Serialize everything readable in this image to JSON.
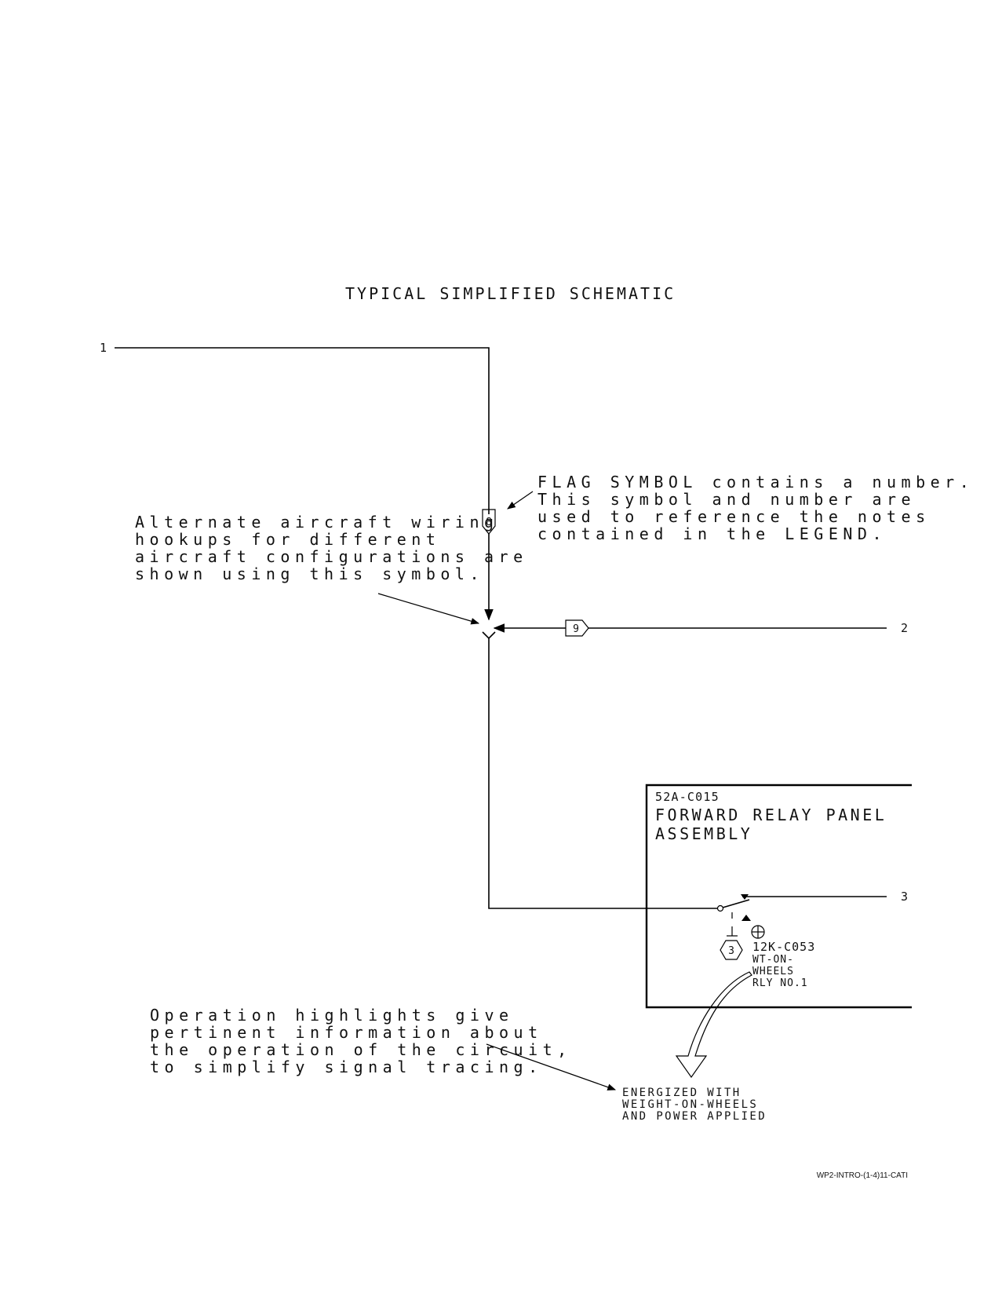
{
  "title": "TYPICAL SIMPLIFIED SCHEMATIC",
  "terminals": {
    "t1": "1",
    "t2": "2",
    "t3": "3"
  },
  "flags": {
    "flag_8": "8",
    "flag_9": "9"
  },
  "flag_note": [
    "FLAG SYMBOL contains a number.",
    "This symbol and number are",
    "used to reference the notes",
    "contained in the LEGEND."
  ],
  "alternate_note": [
    "Alternate aircraft wiring",
    "hookups for different",
    "aircraft configurations are",
    "shown using this symbol."
  ],
  "panel": {
    "ref": "52A-C015",
    "name_line1": "FORWARD RELAY PANEL",
    "name_line2": "ASSEMBLY"
  },
  "relay": {
    "hex_label": "3",
    "ref": "12K-C053",
    "line2": "WT-ON-",
    "line3": "WHEELS",
    "line4": "RLY NO.1"
  },
  "operation_note": [
    "Operation highlights give",
    "pertinent information about",
    "the operation of the circuit,",
    "to simplify signal tracing."
  ],
  "energized_note": [
    "ENERGIZED WITH",
    "WEIGHT-ON-WHEELS",
    "AND POWER APPLIED"
  ],
  "figure_id": "WP2-INTRO-(1-4)11-CATI"
}
